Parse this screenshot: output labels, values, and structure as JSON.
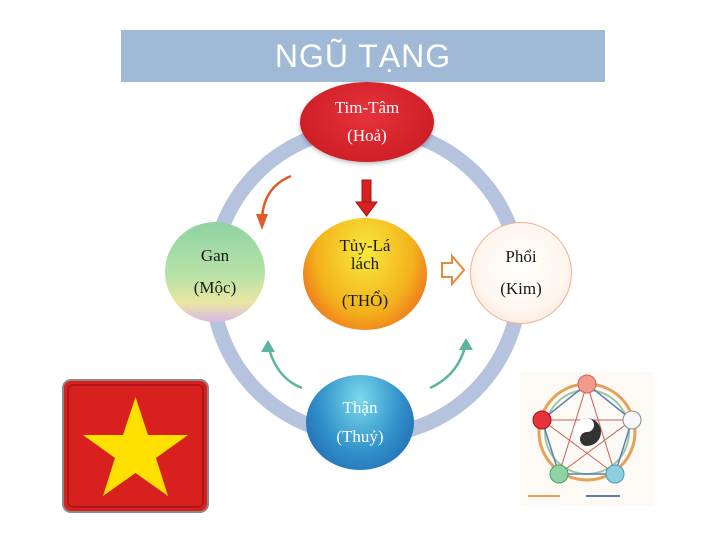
{
  "title": "NGŨ TẠNG",
  "nodes": {
    "fire": {
      "line1": "Tim-Tâm",
      "line2": "(Hoả)"
    },
    "wood": {
      "line1": "Gan",
      "line2": "(Mộc)"
    },
    "earth": {
      "line1": "Tủy-Lá",
      "line2": "lách",
      "line3": "(THỔ)"
    },
    "water": {
      "line1": "Thận",
      "line2": "(Thuỷ)"
    },
    "metal": {
      "line1": "Phổi",
      "line2": "(Kim)"
    }
  },
  "colors": {
    "title_bar": "#9fb9d6",
    "ring": "#b5c3de",
    "fire": "#d0232b",
    "earth": "#f4b21c",
    "water": "#2f8fc8",
    "flag_red": "#d8201f",
    "flag_star": "#ffe000"
  },
  "icons": {
    "flag": "vietnam-flag-image",
    "wuxing": "five-elements-cycle-diagram"
  }
}
